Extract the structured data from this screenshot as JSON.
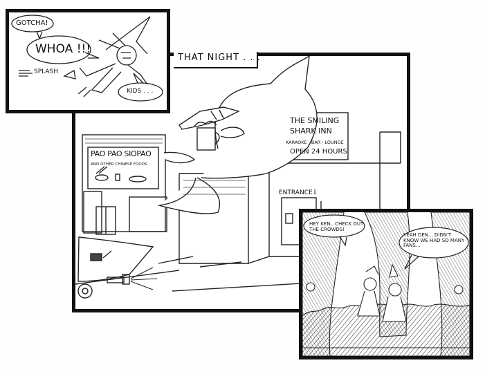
{
  "panel_top": {
    "speech_1": "GOTCHA!",
    "speech_2": "WHOA !!!",
    "sfx": "SPLASH",
    "speech_3": "KIDS . . ."
  },
  "panel_main": {
    "caption": "THAT NIGHT . . .",
    "sign_inn_line1": "THE SMILING",
    "sign_inn_line2": "SHARK INN",
    "sign_inn_services": "KARAOKE · BAR · LOUNGE",
    "sign_inn_hours": "OPEN 24 HOURS",
    "sign_restaurant_title": "PAO PAO SIOPAO",
    "sign_restaurant_sub": "AND OTHER CHINESE FOODS",
    "entrance_label": "ENTRANCE"
  },
  "panel_bottom": {
    "speech_1": "HEY KEN.. CHECK OUT THE CROWDS!",
    "speech_2": "YEAH DEN... DIDN'T KNOW WE HAD SO MANY FANS..."
  }
}
